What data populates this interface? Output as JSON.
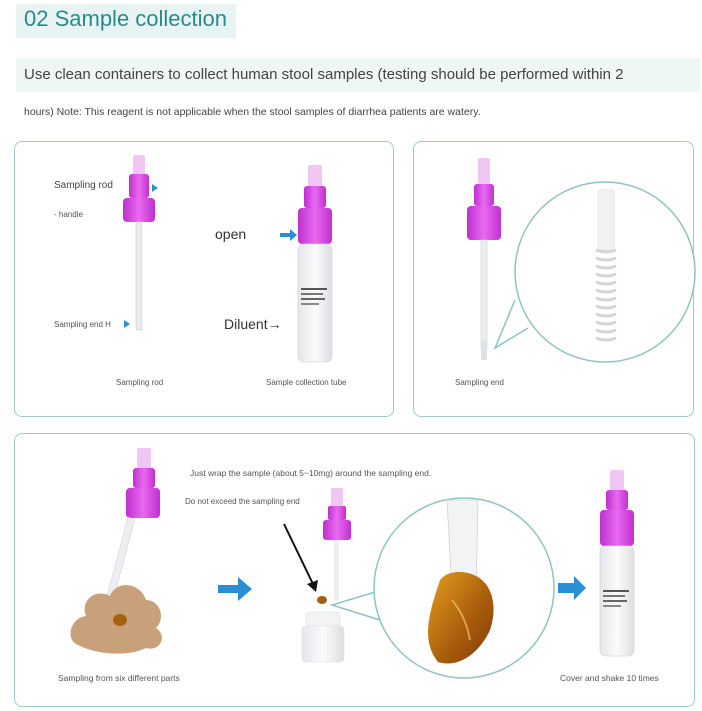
{
  "header": {
    "title": "02 Sample collection",
    "intro": "Use clean containers to collect human stool samples (testing should be performed within 2",
    "note": "hours) Note: This reagent is not applicable when the stool samples of diarrhea patients are watery."
  },
  "panel1": {
    "sampling_rod_label": "Sampling rod",
    "handle_label": "- handle",
    "sampling_end_label": "Sampling end H",
    "open_label": "open",
    "diluent_label": "Diluent→",
    "caption_rod": "Sampling rod",
    "caption_tube": "Sample collection tube"
  },
  "panel2": {
    "caption": "Sampling end"
  },
  "panel3": {
    "instruction": "Just wrap the sample (about 5~10mg) around the sampling end.",
    "warning": "Do not exceed the sampling end",
    "caption_left": "Sampling from six different parts",
    "caption_right": "Cover and shake 10 times"
  },
  "colors": {
    "accent": "#2a8a8a",
    "panel_border": "#9fcaca",
    "cap_magenta": "#d63fe0",
    "arrow_blue": "#2b8fd6"
  }
}
